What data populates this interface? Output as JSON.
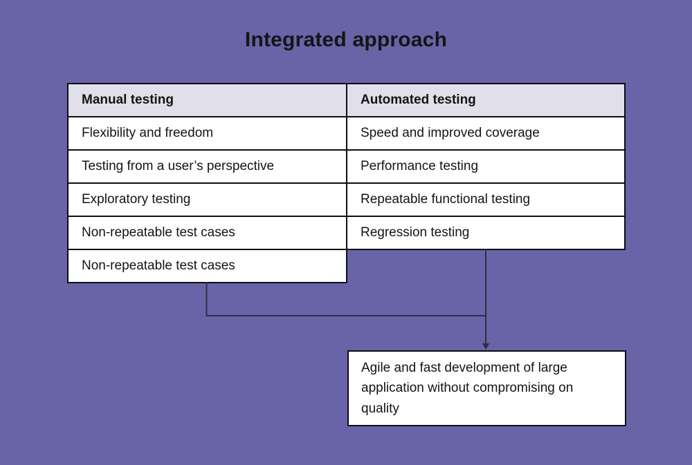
{
  "title": "Integrated approach",
  "table": {
    "headers": [
      "Manual testing",
      "Automated testing"
    ],
    "rows": [
      [
        "Flexibility and freedom",
        "Speed and improved coverage"
      ],
      [
        "Testing from a user’s perspective",
        "Performance testing"
      ],
      [
        "Exploratory testing",
        "Repeatable functional testing"
      ],
      [
        "Non-repeatable test cases",
        "Regression testing"
      ],
      [
        "Non-repeatable test cases",
        null
      ]
    ]
  },
  "outcome": {
    "text": "Agile and fast development of large application without compromising on quality"
  },
  "icons": {
    "arrow": "arrow-down-icon"
  },
  "colors": {
    "background": "#6963A7",
    "header_bg": "#E0DFEA",
    "cell_bg": "#FFFFFF",
    "border": "#0D0D14",
    "connector": "#2E2E3E",
    "text": "#141414"
  }
}
